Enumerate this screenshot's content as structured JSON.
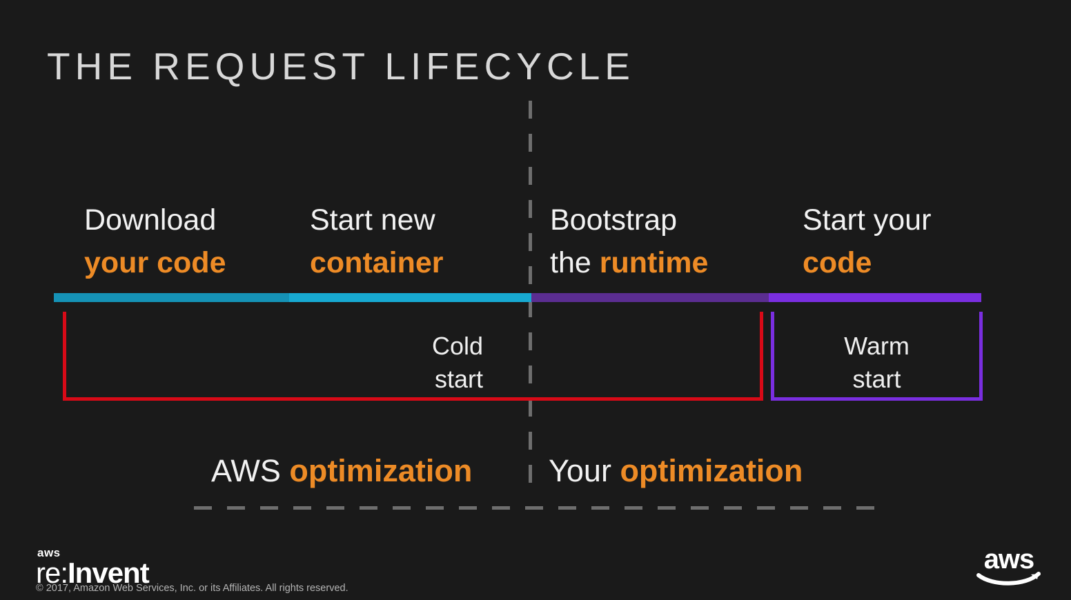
{
  "slide": {
    "title": "THE REQUEST LIFECYCLE",
    "background_color": "#1a1a1a"
  },
  "phases": [
    {
      "line1": "Download",
      "line2_plain": "",
      "line2_accent": "your code"
    },
    {
      "line1": "Start new",
      "line2_plain": "",
      "line2_accent": "container"
    },
    {
      "line1": "Bootstrap",
      "line2_plain": "the ",
      "line2_accent": "runtime"
    },
    {
      "line1": "Start your",
      "line2_plain": "",
      "line2_accent": "code"
    }
  ],
  "timeline": {
    "segments": [
      {
        "name": "download-your-code-segment",
        "color": "#1592B6",
        "width_pct": 25.4
      },
      {
        "name": "start-new-container-segment",
        "color": "#17A9D1",
        "width_pct": 26.1
      },
      {
        "name": "bootstrap-runtime-segment",
        "color": "#5B2D91",
        "width_pct": 25.6
      },
      {
        "name": "start-your-code-segment",
        "color": "#7A2EE0",
        "width_pct": 22.9
      }
    ]
  },
  "brackets": {
    "cold": {
      "label_line1": "Cold",
      "label_line2": "start",
      "color": "#D80A17"
    },
    "warm": {
      "label_line1": "Warm",
      "label_line2": "start",
      "color": "#7A2EE0"
    }
  },
  "optimization": {
    "left_plain": "AWS ",
    "left_accent": "optimization",
    "right_plain": "Your ",
    "right_accent": "optimization"
  },
  "footer": {
    "reinvent_aws": "aws",
    "reinvent_re": "re:",
    "reinvent_invent": "Invent",
    "copyright": "© 2017, Amazon Web Services, Inc. or its Affiliates. All rights reserved.",
    "aws_logo_text": "aws"
  },
  "colors": {
    "accent_orange": "#ED8B26",
    "text_white": "#f2f2f2",
    "dashed_gray": "#6e6e6e",
    "cold_red": "#D80A17",
    "warm_purple": "#7A2EE0"
  }
}
